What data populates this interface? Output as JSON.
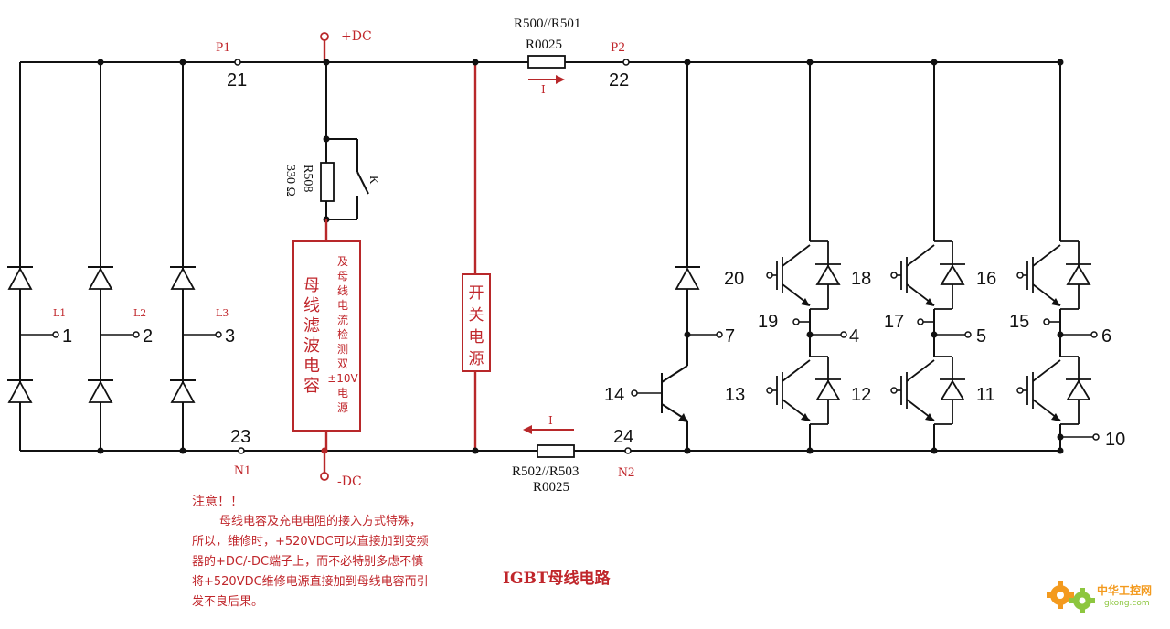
{
  "labels": {
    "p1": "P1",
    "n21": "21",
    "plus_dc": "+DC",
    "minus_dc": "-DC",
    "r500": "R500//R501",
    "r0025_top": "R0025",
    "p2": "P2",
    "n22": "22",
    "current_top": "I",
    "current_bottom": "I",
    "r508": "R508",
    "r508_val": "330 Ω",
    "k": "K",
    "l1": "L1",
    "l2": "L2",
    "l3": "L3",
    "n1_num": "1",
    "n2_num": "2",
    "n3_num": "3",
    "n23": "23",
    "n1": "N1",
    "n24": "24",
    "n2": "N2",
    "r502": "R502//R503",
    "r0025_bottom": "R0025",
    "t7": "7",
    "t4": "4",
    "t5": "5",
    "t6": "6",
    "t10": "10",
    "g20": "20",
    "g19": "19",
    "g18": "18",
    "g17": "17",
    "g16": "16",
    "g15": "15",
    "g14": "14",
    "g13": "13",
    "g12": "12",
    "g11": "11"
  },
  "cap_box": {
    "main": [
      "母",
      "线",
      "滤",
      "波",
      "电",
      "容"
    ],
    "side": [
      "及",
      "母",
      "线",
      "电",
      "流",
      "检",
      "测",
      "双",
      "±10V",
      "电",
      "源"
    ]
  },
  "psu_box": [
    "开",
    "关",
    "电",
    "源"
  ],
  "note": {
    "title": "注意！！",
    "lines": [
      "母线电容及充电电阻的接入方式特殊，",
      "所以，维修时，+520VDC可以直接加到变频",
      "器的+DC/-DC端子上，而不必特别多虑不慎",
      "将+520VDC维修电源直接加到母线电容而引",
      "发不良后果。"
    ]
  },
  "diagram_title": "IGBT母线电路",
  "watermark": {
    "name": "中华工控网",
    "url": "gkong.com"
  },
  "colors": {
    "wire": "#111111",
    "red": "#c0262b",
    "wm_orange": "#f39a1e",
    "wm_green": "#8dc63f"
  }
}
